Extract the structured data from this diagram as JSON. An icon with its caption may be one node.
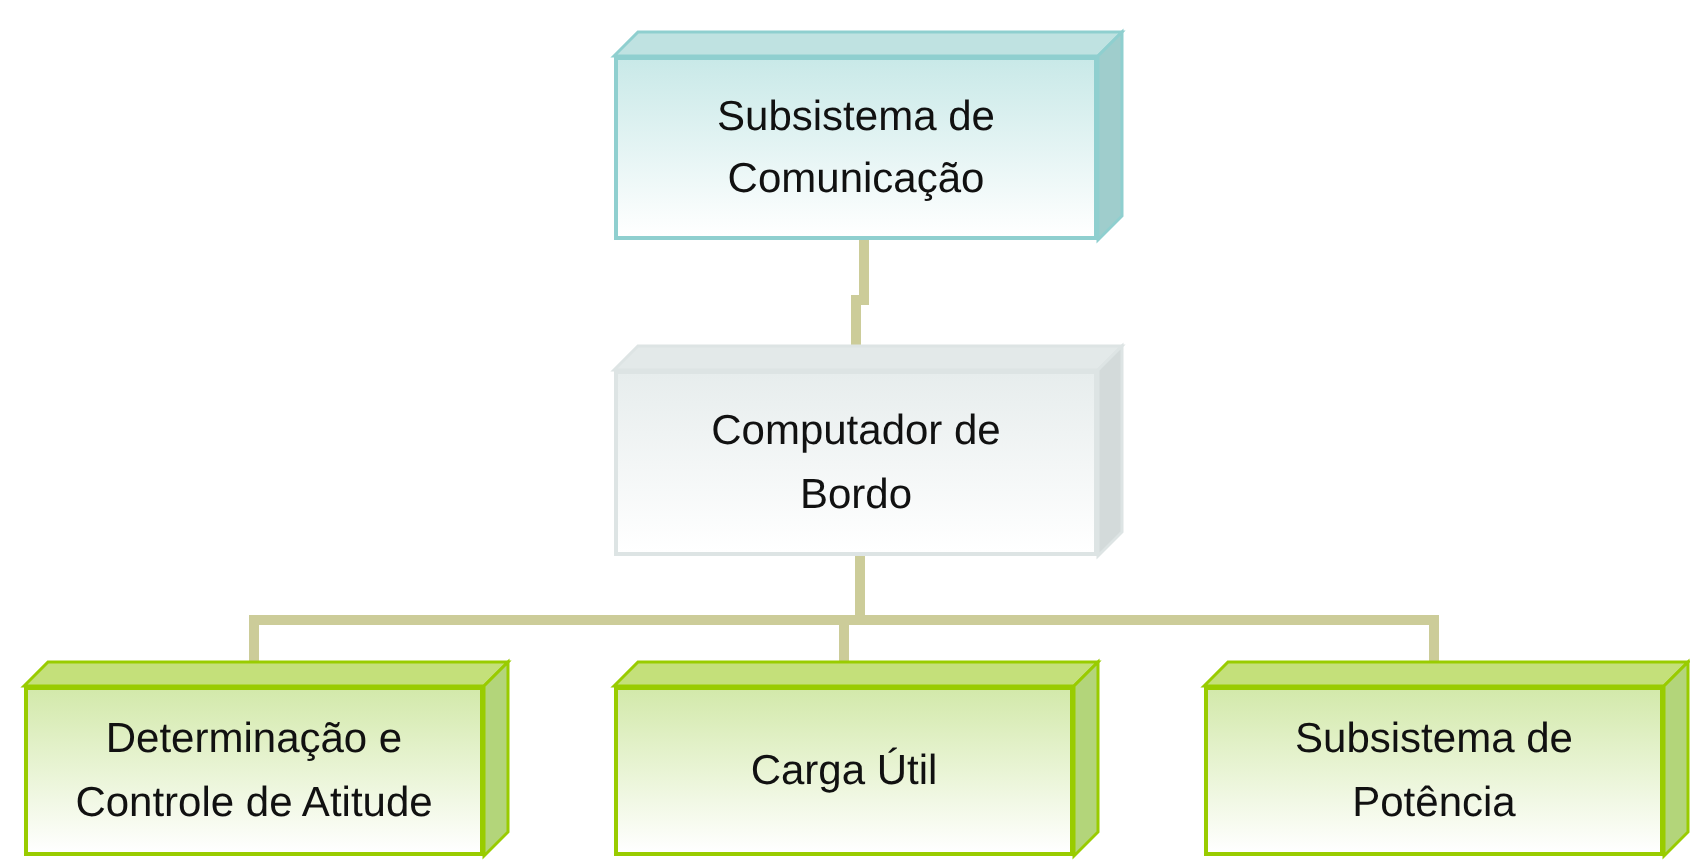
{
  "diagram": {
    "nodes": [
      {
        "text": [
          "Subsistema de Comunicação"
        ]
      },
      {
        "text": [
          "Computador de Bordo"
        ]
      },
      {
        "text": [
          "Determinação e Controle de Atitude"
        ]
      },
      {
        "text": [
          "Carga Útil"
        ]
      },
      {
        "text": [
          "Subsistema de Potência"
        ]
      }
    ],
    "edges": [
      {
        "from": 0,
        "to": 1,
        "arrow": "none"
      },
      {
        "from": 1,
        "to": 2,
        "arrow": "none"
      },
      {
        "from": 1,
        "to": 3,
        "arrow": "none"
      },
      {
        "from": 1,
        "to": 4,
        "arrow": "none"
      }
    ]
  }
}
